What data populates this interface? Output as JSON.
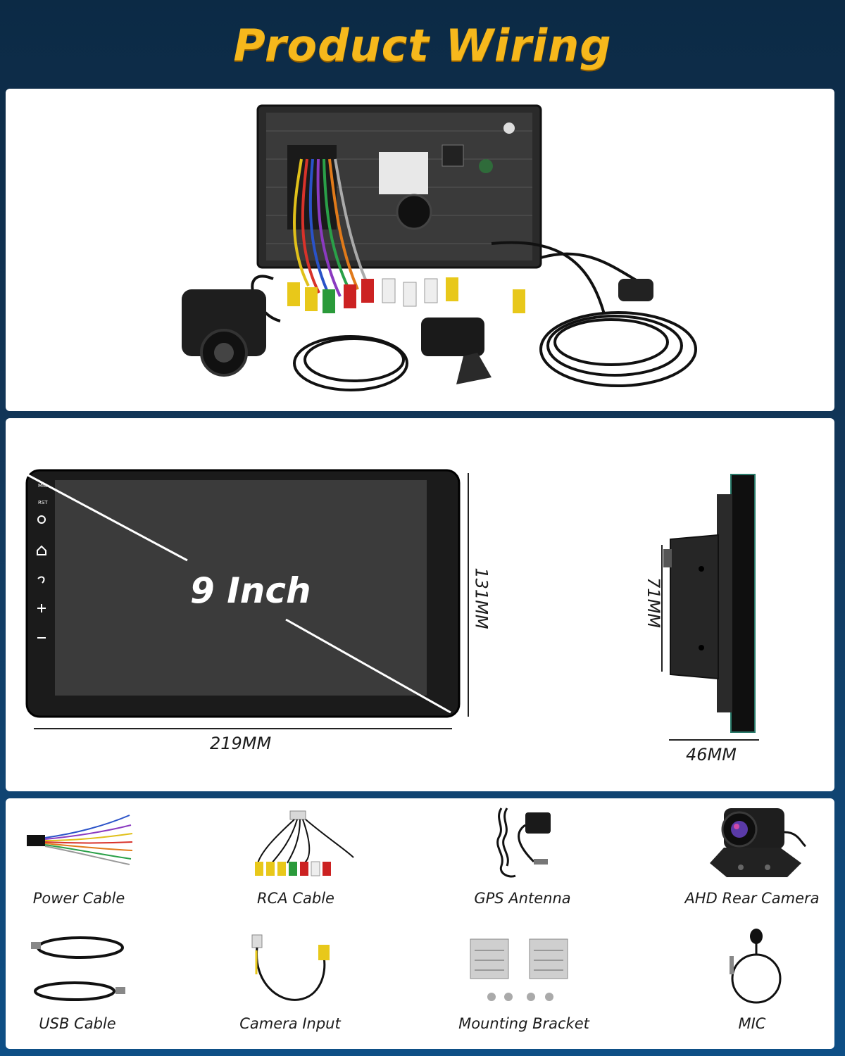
{
  "header": {
    "title": "Product Wiring"
  },
  "wiring_photo": {
    "icon": "head-unit-wiring-photo"
  },
  "dimensions": {
    "screen_size": "9 Inch",
    "front_width": "219MM",
    "front_height": "131MM",
    "side_height": "71MM",
    "side_depth": "46MM"
  },
  "accessories": [
    {
      "label": "Power Cable",
      "icon": "power-cable-icon"
    },
    {
      "label": "RCA Cable",
      "icon": "rca-cable-icon"
    },
    {
      "label": "GPS Antenna",
      "icon": "gps-antenna-icon"
    },
    {
      "label": "AHD Rear Camera",
      "icon": "rear-camera-icon"
    },
    {
      "label": "USB Cable",
      "icon": "usb-cable-icon"
    },
    {
      "label": "Camera Input",
      "icon": "camera-input-icon"
    },
    {
      "label": "Mounting Bracket",
      "icon": "mounting-bracket-icon"
    },
    {
      "label": "MIC",
      "icon": "mic-icon"
    }
  ],
  "colors": {
    "title": "#f6b81c",
    "background": "#12375a",
    "panel": "#ffffff"
  }
}
